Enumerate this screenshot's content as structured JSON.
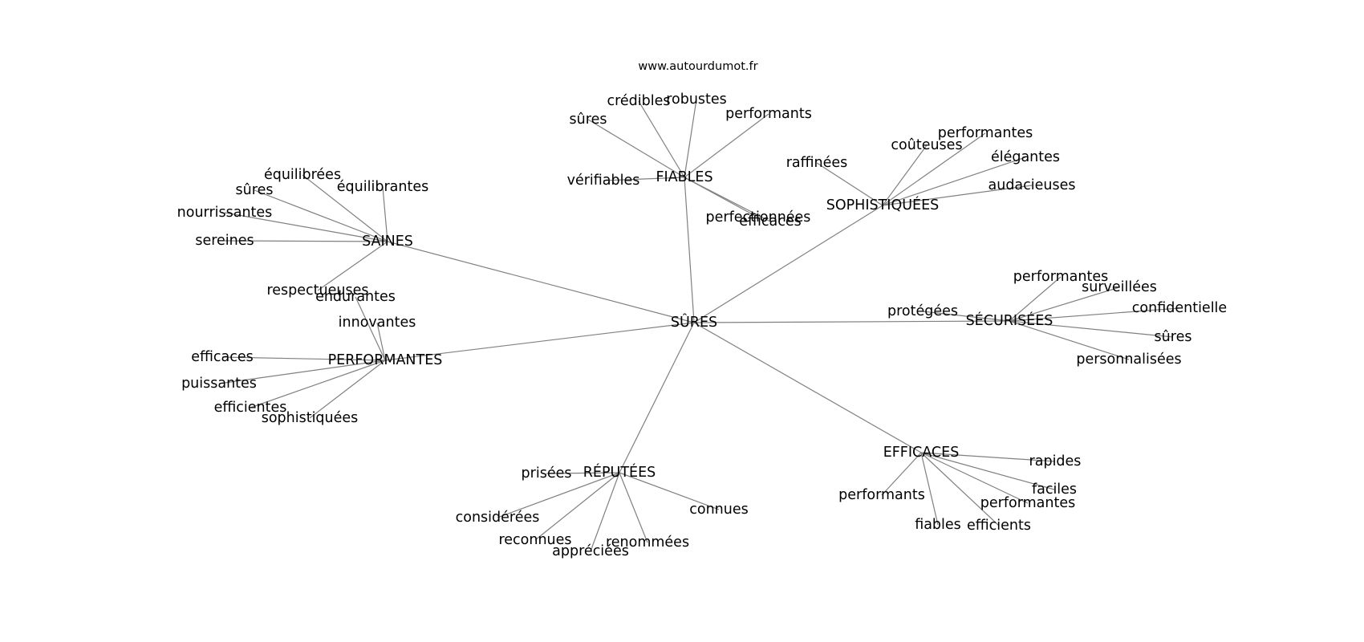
{
  "credit": "www.autourdumot.fr",
  "center": "SÛRES",
  "hubs": [
    {
      "id": "fiables",
      "label": "FIABLES",
      "leaves": [
        "crédibles",
        "robustes",
        "sûres",
        "performants",
        "vérifiables",
        "perfectionnées",
        "efficaces"
      ]
    },
    {
      "id": "sophistiquees",
      "label": "SOPHISTIQUÉES",
      "leaves": [
        "performantes",
        "coûteuses",
        "élégantes",
        "raffinées",
        "audacieuses"
      ]
    },
    {
      "id": "saines",
      "label": "SAINES",
      "leaves": [
        "équilibrées",
        "sûres",
        "équilibrantes",
        "nourrissantes",
        "sereines",
        "respectueuses"
      ]
    },
    {
      "id": "securisees",
      "label": "SÉCURISÉES",
      "leaves": [
        "performantes",
        "surveillées",
        "confidentielle",
        "protégées",
        "sûres",
        "personnalisées"
      ]
    },
    {
      "id": "performantes",
      "label": "PERFORMANTES",
      "leaves": [
        "endurantes",
        "innovantes",
        "efficaces",
        "puissantes",
        "efficientes",
        "sophistiquées"
      ]
    },
    {
      "id": "efficaces",
      "label": "EFFICACES",
      "leaves": [
        "rapides",
        "faciles",
        "performantes",
        "performants",
        "fiables",
        "efficients"
      ]
    },
    {
      "id": "reputees",
      "label": "RÉPUTÉES",
      "leaves": [
        "prisées",
        "connues",
        "considérées",
        "reconnues",
        "appréciées",
        "renommées"
      ]
    }
  ]
}
